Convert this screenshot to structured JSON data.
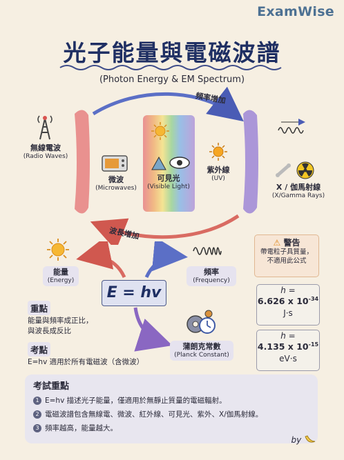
{
  "brand": "ExamWise",
  "title": "光子能量與電磁波譜",
  "subtitle": "(Photon Energy & EM Spectrum)",
  "arrows": {
    "freq_increase": "頻率增加",
    "wavelength_increase": "波長增加"
  },
  "spectrum": [
    {
      "zh": "無線電波",
      "en": "(Radio Waves)",
      "icon": "radio-tower-icon"
    },
    {
      "zh": "微波",
      "en": "(Microwaves)",
      "icon": "microwave-oven-icon"
    },
    {
      "zh": "可見光",
      "en": "(Visible Light)",
      "icon": "eye-prism-icon"
    },
    {
      "zh": "紫外線",
      "en": "(UV)",
      "icon": "sun-icon"
    },
    {
      "zh": "X / 伽馬射線",
      "en": "(X/Gamma Rays)",
      "icon": "radiation-icon"
    }
  ],
  "relation": {
    "energy": {
      "zh": "能量",
      "en": "(Energy)"
    },
    "frequency": {
      "zh": "頻率",
      "en": "(Frequency)"
    },
    "equation": "E = hv",
    "planck": {
      "zh": "蒲朗克常數",
      "en": "(Planck Constant)"
    }
  },
  "warning": {
    "title": "警告",
    "line1": "帶電粒子具質量，",
    "line2": "不適用此公式"
  },
  "constants": [
    {
      "label": "h =",
      "mantissa": "6.626 x 10",
      "exp": "-34",
      "unit": "J·s"
    },
    {
      "label": "h =",
      "mantissa": "4.135 x 10",
      "exp": "-15",
      "unit": "eV·s"
    }
  ],
  "key_points": {
    "title1": "重點",
    "text1a": "能量與頻率成正比，",
    "text1b": "與波長成反比",
    "title2": "考點",
    "text2": "E=hv 適用於所有電磁波（含微波）"
  },
  "exam": {
    "title": "考試重點",
    "items": [
      {
        "n": "1",
        "text": "E=hv 描述光子能量，僅適用於無靜止質量的電磁輻射。"
      },
      {
        "n": "2",
        "text": "電磁波譜包含無線電、微波、紅外線、可見光、紫外、X/伽馬射線。"
      },
      {
        "n": "3",
        "text": "頻率越高，能量越大。"
      }
    ]
  },
  "signature": "by",
  "colors": {
    "title": "#1f2f63",
    "brand": "#4d7193",
    "accent_red": "#d96b62",
    "accent_blue": "#5b6fc6"
  }
}
